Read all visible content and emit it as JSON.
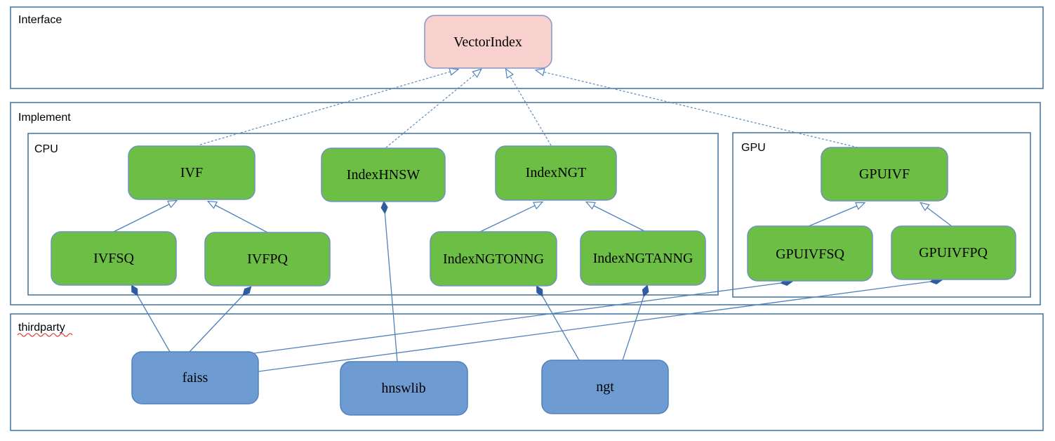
{
  "diagram": {
    "containers": {
      "interface": {
        "label": "Interface"
      },
      "implement": {
        "label": "Implement"
      },
      "cpu": {
        "label": "CPU"
      },
      "gpu": {
        "label": "GPU"
      },
      "thirdparty": {
        "label": "thirdparty"
      }
    },
    "nodes": {
      "vectorindex": {
        "label": "VectorIndex",
        "kind": "interface"
      },
      "ivf": {
        "label": "IVF",
        "kind": "cpu-implementation"
      },
      "indexhnsw": {
        "label": "IndexHNSW",
        "kind": "cpu-implementation"
      },
      "indexngt": {
        "label": "IndexNGT",
        "kind": "cpu-implementation"
      },
      "gpuivf": {
        "label": "GPUIVF",
        "kind": "gpu-implementation"
      },
      "ivfsq": {
        "label": "IVFSQ",
        "kind": "cpu-implementation"
      },
      "ivfpq": {
        "label": "IVFPQ",
        "kind": "cpu-implementation"
      },
      "indexngtonng": {
        "label": "IndexNGTONNG",
        "kind": "cpu-implementation"
      },
      "indexngtanng": {
        "label": "IndexNGTANNG",
        "kind": "cpu-implementation"
      },
      "gpuivfsq": {
        "label": "GPUIVFSQ",
        "kind": "gpu-implementation"
      },
      "gpuivfpq": {
        "label": "GPUIVFPQ",
        "kind": "gpu-implementation"
      },
      "faiss": {
        "label": "faiss",
        "kind": "thirdparty-library"
      },
      "hnswlib": {
        "label": "hnswlib",
        "kind": "thirdparty-library"
      },
      "ngt": {
        "label": "ngt",
        "kind": "thirdparty-library"
      }
    },
    "edges": {
      "realization_dashed_hollow_arrow": [
        {
          "from": "IVF",
          "to": "VectorIndex"
        },
        {
          "from": "IndexHNSW",
          "to": "VectorIndex"
        },
        {
          "from": "IndexNGT",
          "to": "VectorIndex"
        },
        {
          "from": "GPUIVF",
          "to": "VectorIndex"
        }
      ],
      "inheritance_hollow_arrow": [
        {
          "from": "IVFSQ",
          "to": "IVF"
        },
        {
          "from": "IVFPQ",
          "to": "IVF"
        },
        {
          "from": "IndexNGTONNG",
          "to": "IndexNGT"
        },
        {
          "from": "IndexNGTANNG",
          "to": "IndexNGT"
        },
        {
          "from": "GPUIVFSQ",
          "to": "GPUIVF"
        },
        {
          "from": "GPUIVFPQ",
          "to": "GPUIVF"
        }
      ],
      "composition_filled_diamond": [
        {
          "part": "faiss",
          "whole": "IVFSQ"
        },
        {
          "part": "faiss",
          "whole": "IVFPQ"
        },
        {
          "part": "faiss",
          "whole": "GPUIVFSQ"
        },
        {
          "part": "faiss",
          "whole": "GPUIVFPQ"
        },
        {
          "part": "hnswlib",
          "whole": "IndexHNSW"
        },
        {
          "part": "ngt",
          "whole": "IndexNGTONNG"
        },
        {
          "part": "ngt",
          "whole": "IndexNGTANNG"
        }
      ]
    },
    "colors": {
      "interface_node_fill": "#f8d0cd",
      "implementation_node_fill": "#6cbe45",
      "thirdparty_node_fill": "#6f9bd3",
      "container_border": "#41719c",
      "edge_line": "#4f81bd",
      "composition_diamond": "#2e5c9e",
      "spellcheck_underline": "#e03232"
    }
  }
}
